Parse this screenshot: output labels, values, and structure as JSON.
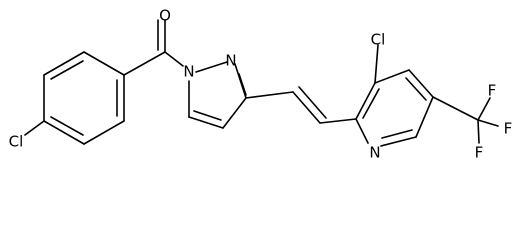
{
  "atoms": {
    "o_ketone": "O",
    "cl_left": "Cl",
    "n1": "N",
    "n2": "N",
    "cl_pyridine": "Cl",
    "n_pyridine": "N",
    "f_top": "F",
    "f_right": "F",
    "f_bottom": "F"
  },
  "colors": {
    "bond": "#000000",
    "background": "#ffffff"
  }
}
